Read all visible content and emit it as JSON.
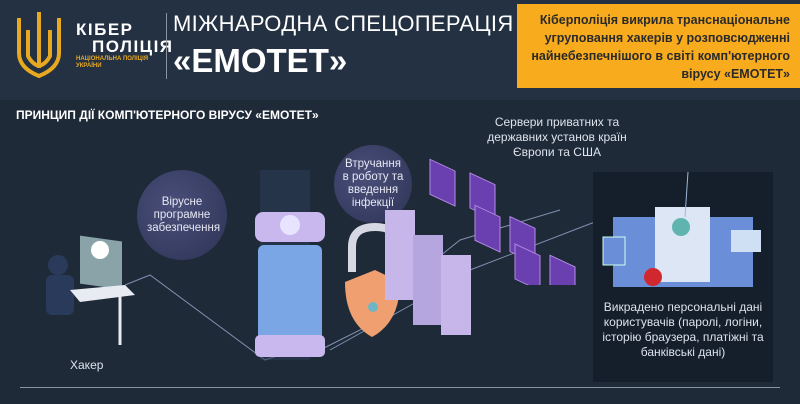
{
  "header": {
    "logo_line1": "КІБЕР",
    "logo_line2": "ПОЛІЦІЯ",
    "logo_sub1": "НАЦІОНАЛЬНА ПОЛІЦІЯ",
    "logo_sub2": "УКРАЇНИ",
    "title_line1": "МІЖНАРОДНА СПЕЦОПЕРАЦІЯ",
    "title_line2": "«ЕМОТЕТ»",
    "announcement": "Кіберполіція викрила транснаціональне угруповання хакерів у розповсюдженні найнебезпечнішого в світі комп'ютерного вірусу «ЕМОТЕТ»"
  },
  "diagram": {
    "heading": "ПРИНЦИП ДІЇ КОМП'ЮТЕРНОГО ВІРУСУ «ЕМОТЕТ»",
    "hacker": "Хакер",
    "malware": "Вірусне програмне забезпечення",
    "intrusion": "Втручання в роботу та введення інфекції",
    "servers": "Сервери приватних та державних установ країн Європи та США",
    "stolen": "Викрадено персональні дані користувачів (паролі, логіни, історію браузера, платіжні та банківські дані)"
  },
  "colors": {
    "accent": "#f8ab1d",
    "background": "#1f2a38",
    "header": "#243142"
  }
}
